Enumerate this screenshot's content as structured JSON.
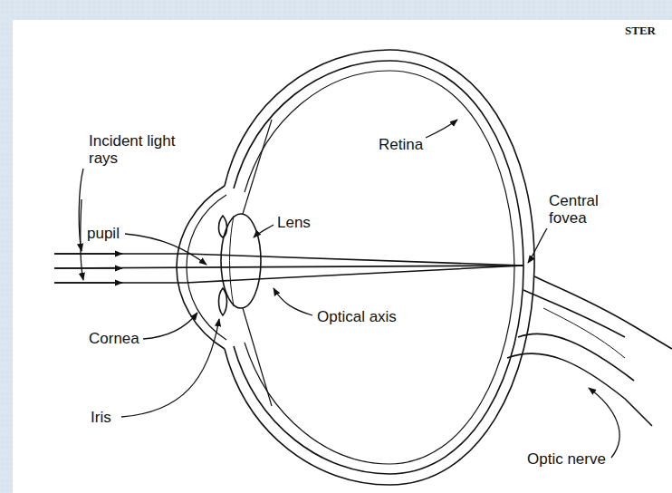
{
  "diagram": {
    "labels": [
      "STER",
      "Incident light rays",
      "pupil",
      "Lens",
      "Retina",
      "Central fovea",
      "Optical axis",
      "Cornea",
      "Iris",
      "Optic nerve"
    ]
  }
}
